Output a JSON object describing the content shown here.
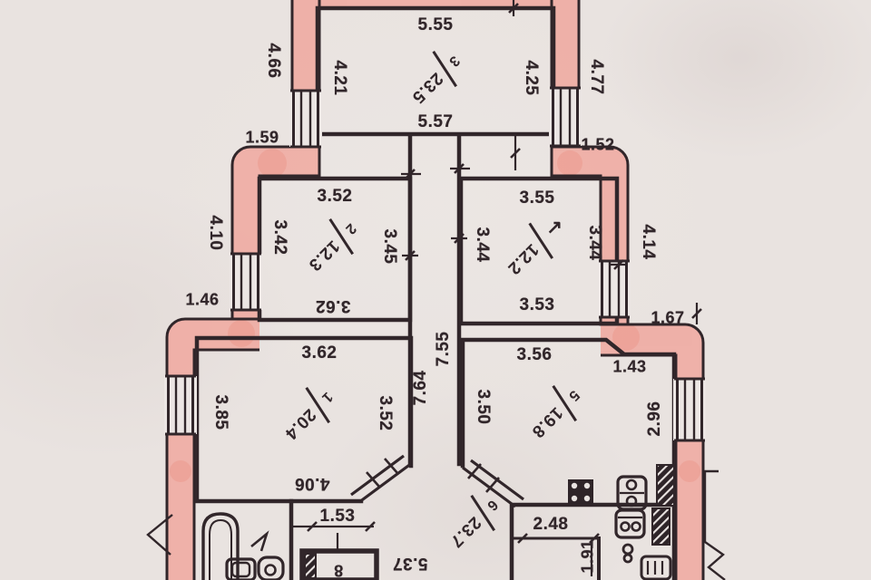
{
  "document": "apartment-floor-plan-scan",
  "colors": {
    "paper": "#e9e3e0",
    "wall_highlight": "#f0a69c",
    "ink": "#31262a"
  },
  "rooms": {
    "room3": {
      "number": "3",
      "area": "23.5",
      "dim_top": "5.55",
      "dim_left": "4.21",
      "dim_right": "4.25",
      "dim_bottom": "5.57"
    },
    "room2": {
      "number": "2",
      "area": "12.3",
      "dim_top": "3.52",
      "dim_left": "3.42",
      "dim_right": "3.45",
      "dim_bottom": "3.62"
    },
    "room4": {
      "number": "↗",
      "area": "12.2",
      "dim_top": "3.55",
      "dim_left": "3.44",
      "dim_right": "3.44",
      "dim_bottom": "3.53"
    },
    "room1": {
      "number": "1",
      "area": "20.4",
      "dim_top": "3.62",
      "dim_left": "3.85",
      "dim_right": "3.52",
      "dim_bottom": "4.06"
    },
    "room5": {
      "number": "5",
      "area": "19.8",
      "dim_top": "3.56",
      "dim_top_right": "1.43",
      "dim_left": "3.50",
      "dim_right": "2.96"
    },
    "hall6": {
      "number": "6",
      "area": "23.7",
      "dim_niche": "1.53",
      "dim_bottom": "5.37"
    },
    "wc": {
      "dim_top": "2.48",
      "dim_side": "1.91"
    },
    "corridor": {
      "dim_left": "7.64",
      "dim_right": "7.55"
    },
    "shaft": {
      "number": "8"
    }
  },
  "outer_dims": {
    "top_left_wall": "4.66",
    "top_right_wall": "4.77",
    "step_left_top": "1.59",
    "step_right_top": "1.52",
    "mid_left_wall": "4.10",
    "mid_right_wall": "4.14",
    "step_left_mid": "1.46",
    "step_right_mid": "1.67"
  }
}
